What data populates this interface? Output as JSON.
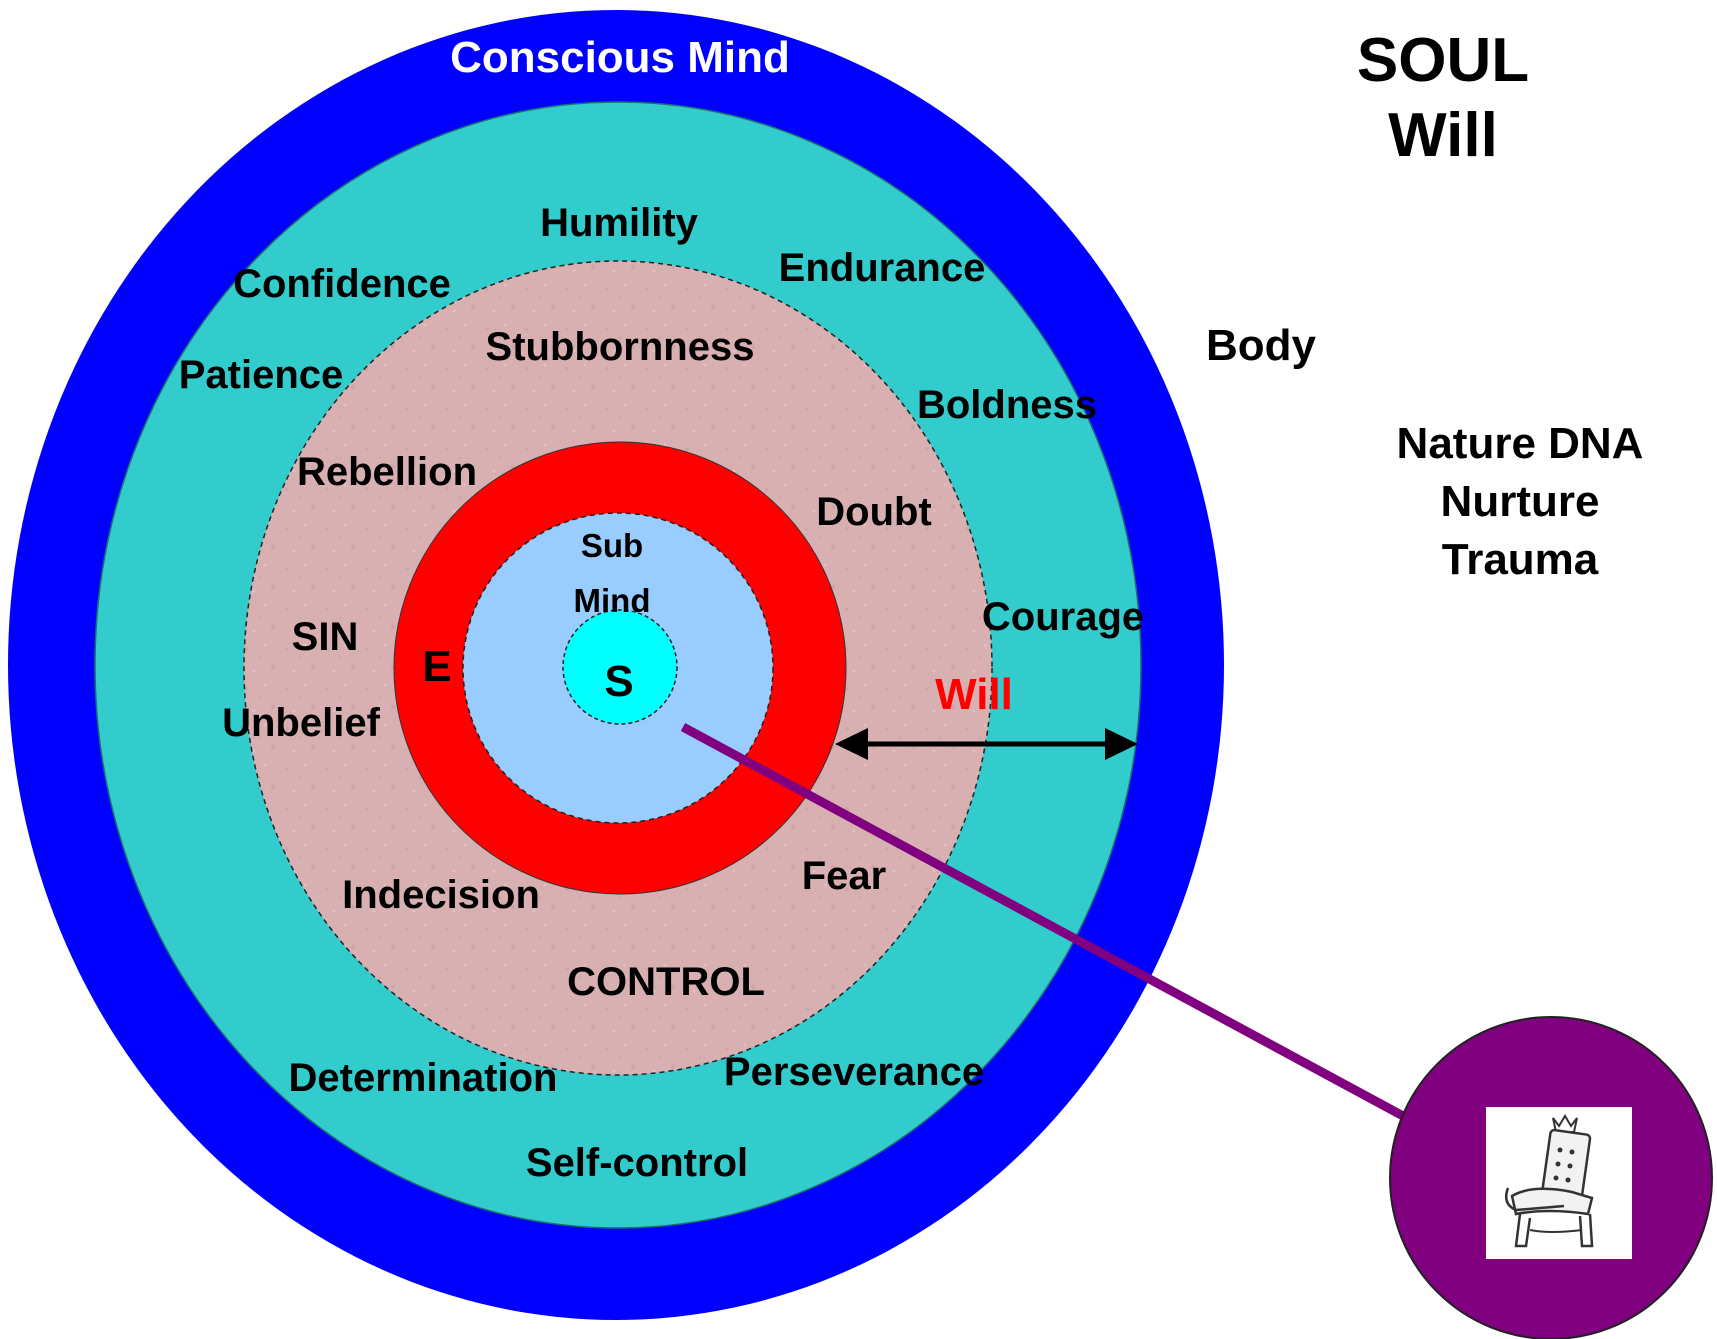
{
  "diagram": {
    "outer_ring_label": "Conscious Mind",
    "corner_title": "SOUL",
    "corner_subtitle": "Will",
    "side_labels": {
      "body": "Body",
      "nature": "Nature DNA",
      "nurture": "Nurture",
      "trauma": "Trauma"
    },
    "teal_ring_words": {
      "humility": "Humility",
      "endurance": "Endurance",
      "confidence": "Confidence",
      "patience": "Patience",
      "boldness": "Boldness",
      "courage": "Courage",
      "determination": "Determination",
      "perseverance": "Perseverance",
      "self_control": "Self-control"
    },
    "pink_ring_words": {
      "stubbornness": "Stubbornness",
      "rebellion": "Rebellion",
      "doubt": "Doubt",
      "sin": "SIN",
      "unbelief": "Unbelief",
      "fear": "Fear",
      "indecision": "Indecision",
      "control": "CONTROL"
    },
    "red_ring_label": "E",
    "sub_mind_line1": "Sub",
    "sub_mind_line2": "Mind",
    "core_label": "S",
    "will_arrow_label": "Will",
    "throne_icon": "throne-chair-icon",
    "colors": {
      "outer_ring": "#0000ff",
      "teal": "#33cccc",
      "pink": "#d9b3b3",
      "red": "#ff0000",
      "sub_mind": "#99ccff",
      "core": "#00ffff",
      "connector": "#800080",
      "will_text": "#ff0000"
    }
  }
}
